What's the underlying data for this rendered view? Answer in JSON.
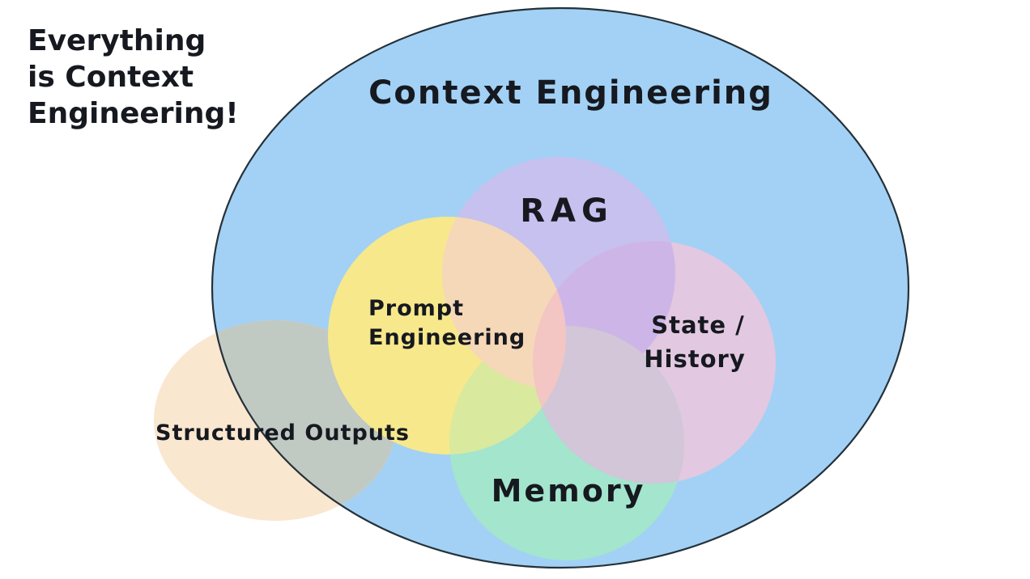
{
  "side_note": {
    "lines": [
      "Everything",
      "is Context",
      "Engineering!"
    ]
  },
  "diagram": {
    "container_label": "Context Engineering",
    "sets": {
      "rag": {
        "label": "RAG"
      },
      "prompt_engineering": {
        "lines": [
          "Prompt",
          "Engineering"
        ]
      },
      "state_history": {
        "lines": [
          "State /",
          "History"
        ]
      },
      "memory": {
        "label": "Memory"
      },
      "structured_outputs": {
        "label": "Structured Outputs"
      }
    }
  },
  "colors": {
    "canvas_bg": "#ffffff",
    "container_fill": "#a2d1f5",
    "container_stroke": "#253139",
    "rag_fill": "#c6c1ee",
    "prompt_fill": "#f7e88c",
    "state_fill": "#e2c8e0",
    "memory_fill": "#a3e5cd",
    "structured_outside_fill": "#fae7d0",
    "structured_inside_fill": "#c1c9c3",
    "overlap_prompt_rag": "#f5d8b8",
    "overlap_rag_state": "#cdb6e7",
    "overlap_prompt_state": "#f3c5c3",
    "overlap_prompt_memory": "#d9e99e",
    "overlap_memory_state": "#d2c6d8",
    "text": "#16191f"
  }
}
